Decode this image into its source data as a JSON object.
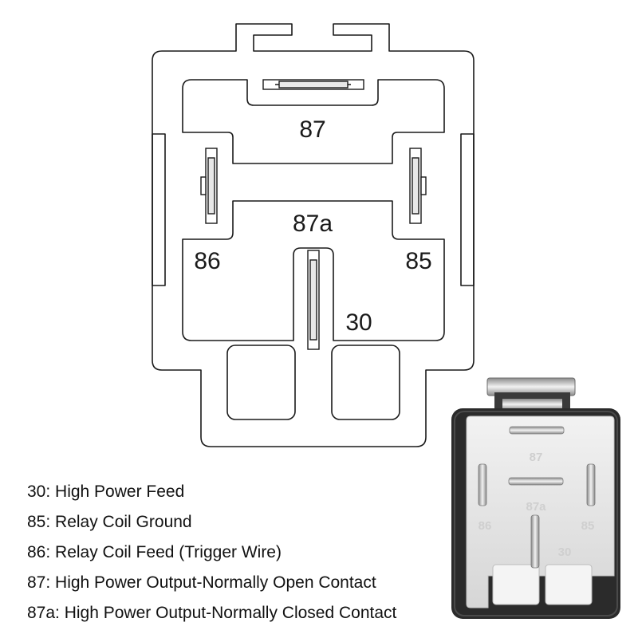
{
  "diagram": {
    "pins": {
      "p87": "87",
      "p87a": "87a",
      "p86": "86",
      "p85": "85",
      "p30": "30"
    }
  },
  "photo": {
    "embossed": {
      "p87": "87",
      "p87a": "87a",
      "p86": "86",
      "p85": "85",
      "p30": "30"
    }
  },
  "legend": {
    "items": [
      "30: High Power Feed",
      "85: Relay Coil Ground",
      "86: Relay Coil Feed (Trigger Wire)",
      "87: High Power Output-Normally Open Contact",
      "87a: High Power Output-Normally Closed Contact"
    ]
  },
  "colors": {
    "line": "#1a1a1a",
    "housing": "#2b2b2b",
    "insert": "#e6e6e6",
    "metal": "#bdbdbd"
  }
}
